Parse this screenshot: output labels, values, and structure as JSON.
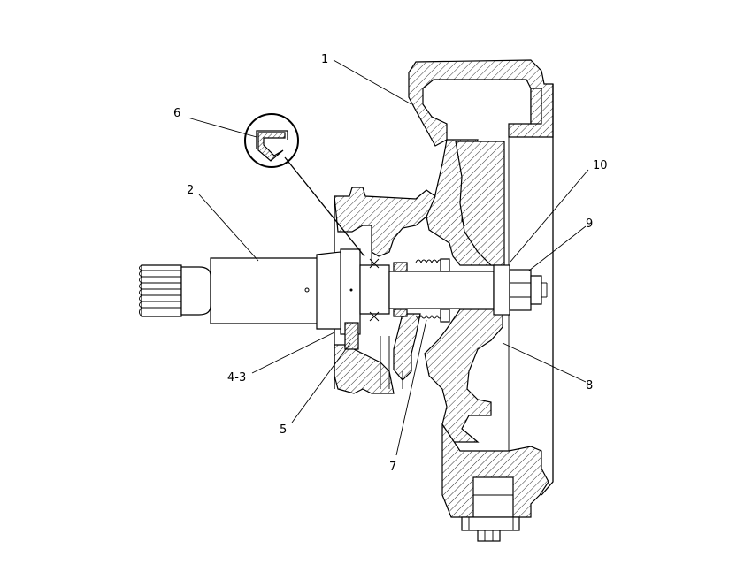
{
  "diagram": {
    "callouts": {
      "c1": "1",
      "c2": "2",
      "c4_3": "4-3",
      "c5": "5",
      "c6": "6",
      "c7": "7",
      "c8": "8",
      "c9": "9",
      "c10": "10"
    }
  }
}
